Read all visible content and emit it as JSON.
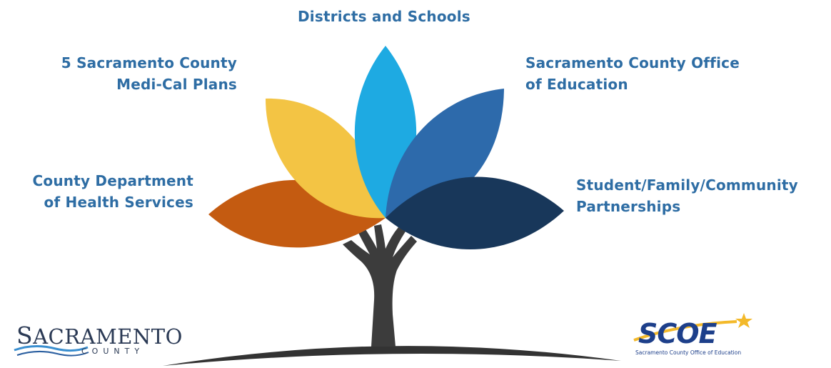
{
  "labels": {
    "districts": [
      "Districts and Schools"
    ],
    "medical": [
      "5 Sacramento County",
      "Medi-Cal Plans"
    ],
    "scoe": [
      "Sacramento County Office",
      "of Education"
    ],
    "health": [
      "County Department",
      "of Health Services"
    ],
    "partners": [
      "Student/Family/Community",
      "Partnerships"
    ]
  },
  "colors": {
    "label_text": "#2e6da4",
    "petal_orange": "#c45b11",
    "petal_yellow": "#f3c444",
    "petal_light_blue": "#1eaae2",
    "petal_mid_blue": "#2d6aab",
    "petal_navy": "#18375a",
    "trunk": "#3c3c3c"
  },
  "logos": {
    "sacramento": {
      "first_letter": "S",
      "rest": "ACRAMENTO",
      "county": "COUNTY"
    },
    "scoe": {
      "word": "SCOE",
      "tagline": "Sacramento County Office of Education"
    }
  }
}
